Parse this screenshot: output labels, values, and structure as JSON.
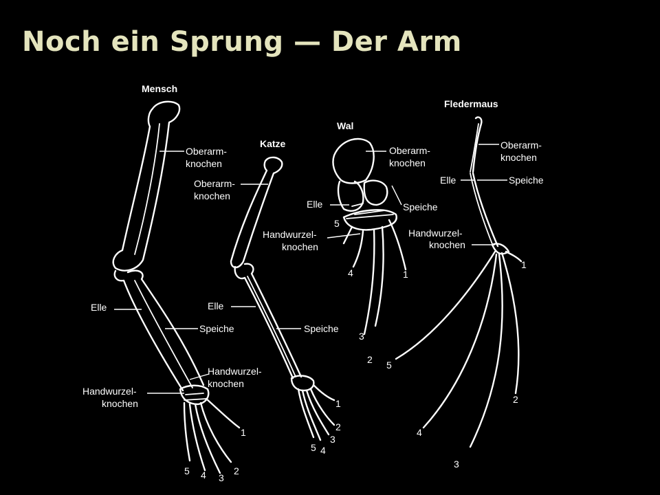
{
  "title": "Noch ein Sprung — Der Arm",
  "colors": {
    "background": "#000000",
    "title": "#e4e4bd",
    "drawing": "#ffffff"
  },
  "mensch": {
    "name": "Mensch",
    "oberarm": [
      "Oberarm-",
      "knochen"
    ],
    "elle": "Elle",
    "speiche": "Speiche",
    "handwurzel_right": [
      "Handwurzel-",
      "knochen"
    ],
    "handwurzel_left": [
      "Handwurzel-",
      "knochen"
    ],
    "digits": [
      "1",
      "2",
      "3",
      "4",
      "5"
    ]
  },
  "katze": {
    "name": "Katze",
    "oberarm": [
      "Oberarm-",
      "knochen"
    ],
    "elle": "Elle",
    "speiche": "Speiche",
    "digits": [
      "1",
      "2",
      "3",
      "4",
      "5"
    ]
  },
  "wal": {
    "name": "Wal",
    "oberarm": [
      "Oberarm-",
      "knochen"
    ],
    "elle": "Elle",
    "speiche": "Speiche",
    "handwurzel": [
      "Handwurzel-",
      "knochen"
    ],
    "digits": [
      "1",
      "2",
      "3",
      "4",
      "5"
    ]
  },
  "fledermaus": {
    "name": "Fledermaus",
    "oberarm": [
      "Oberarm-",
      "knochen"
    ],
    "elle": "Elle",
    "speiche": "Speiche",
    "handwurzel": [
      "Handwurzel-",
      "knochen"
    ],
    "digits": [
      "1",
      "2",
      "3",
      "4",
      "5"
    ]
  }
}
